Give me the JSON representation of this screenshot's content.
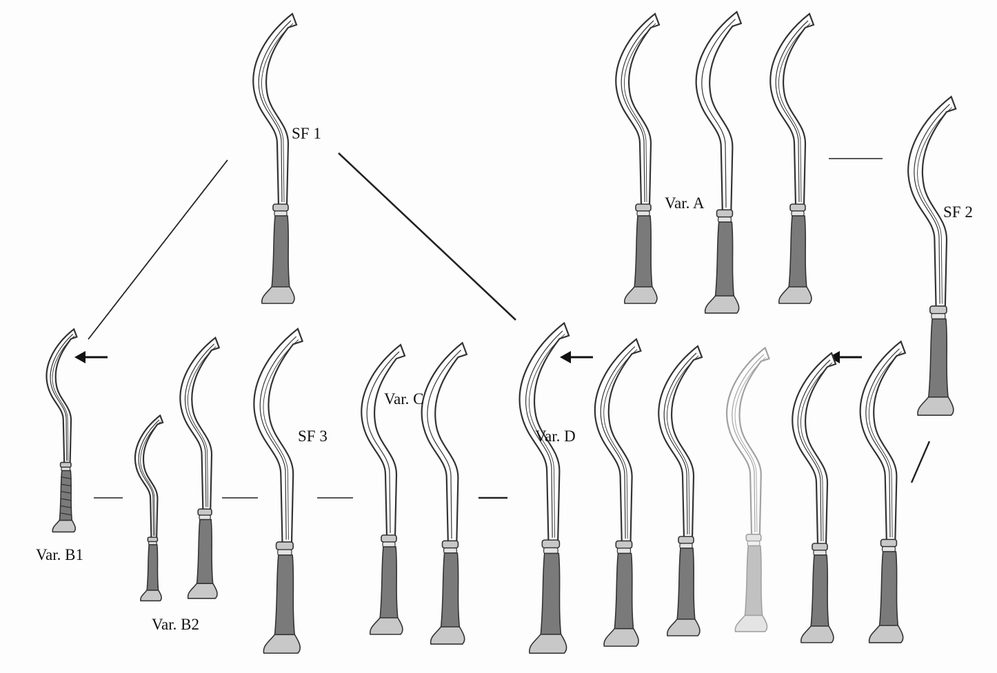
{
  "labels": {
    "sf1": "SF 1",
    "sf2": "SF 2",
    "sf3": "SF 3",
    "var_a": "Var. A",
    "var_b1": "Var. B1",
    "var_b2": "Var. B2",
    "var_c": "Var. C",
    "var_d": "Var. D"
  },
  "colors": {
    "ink": "#333333",
    "grip": "#7a7a7a",
    "pommel": "#c8c8c8",
    "blade": "#ffffff"
  }
}
